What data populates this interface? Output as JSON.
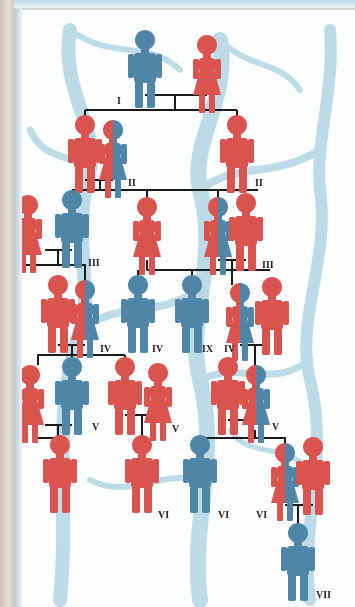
{
  "colors": {
    "male_blue": "#4f86a8",
    "female_red": "#d9534f",
    "lines": "#1a1a1a",
    "background_tint": "#8cc0d6"
  },
  "generation_labels": {
    "g1": "I",
    "g2a": "II",
    "g2b": "II",
    "g3a": "III",
    "g3b": "III",
    "g4a": "IV",
    "g4b": "IV",
    "g4c": "IX",
    "g4d": "IV",
    "g5a": "V",
    "g5b": "V",
    "g5c": "V",
    "g6a": "VI",
    "g6b": "VI",
    "g6c": "VI",
    "g7": "VII"
  }
}
